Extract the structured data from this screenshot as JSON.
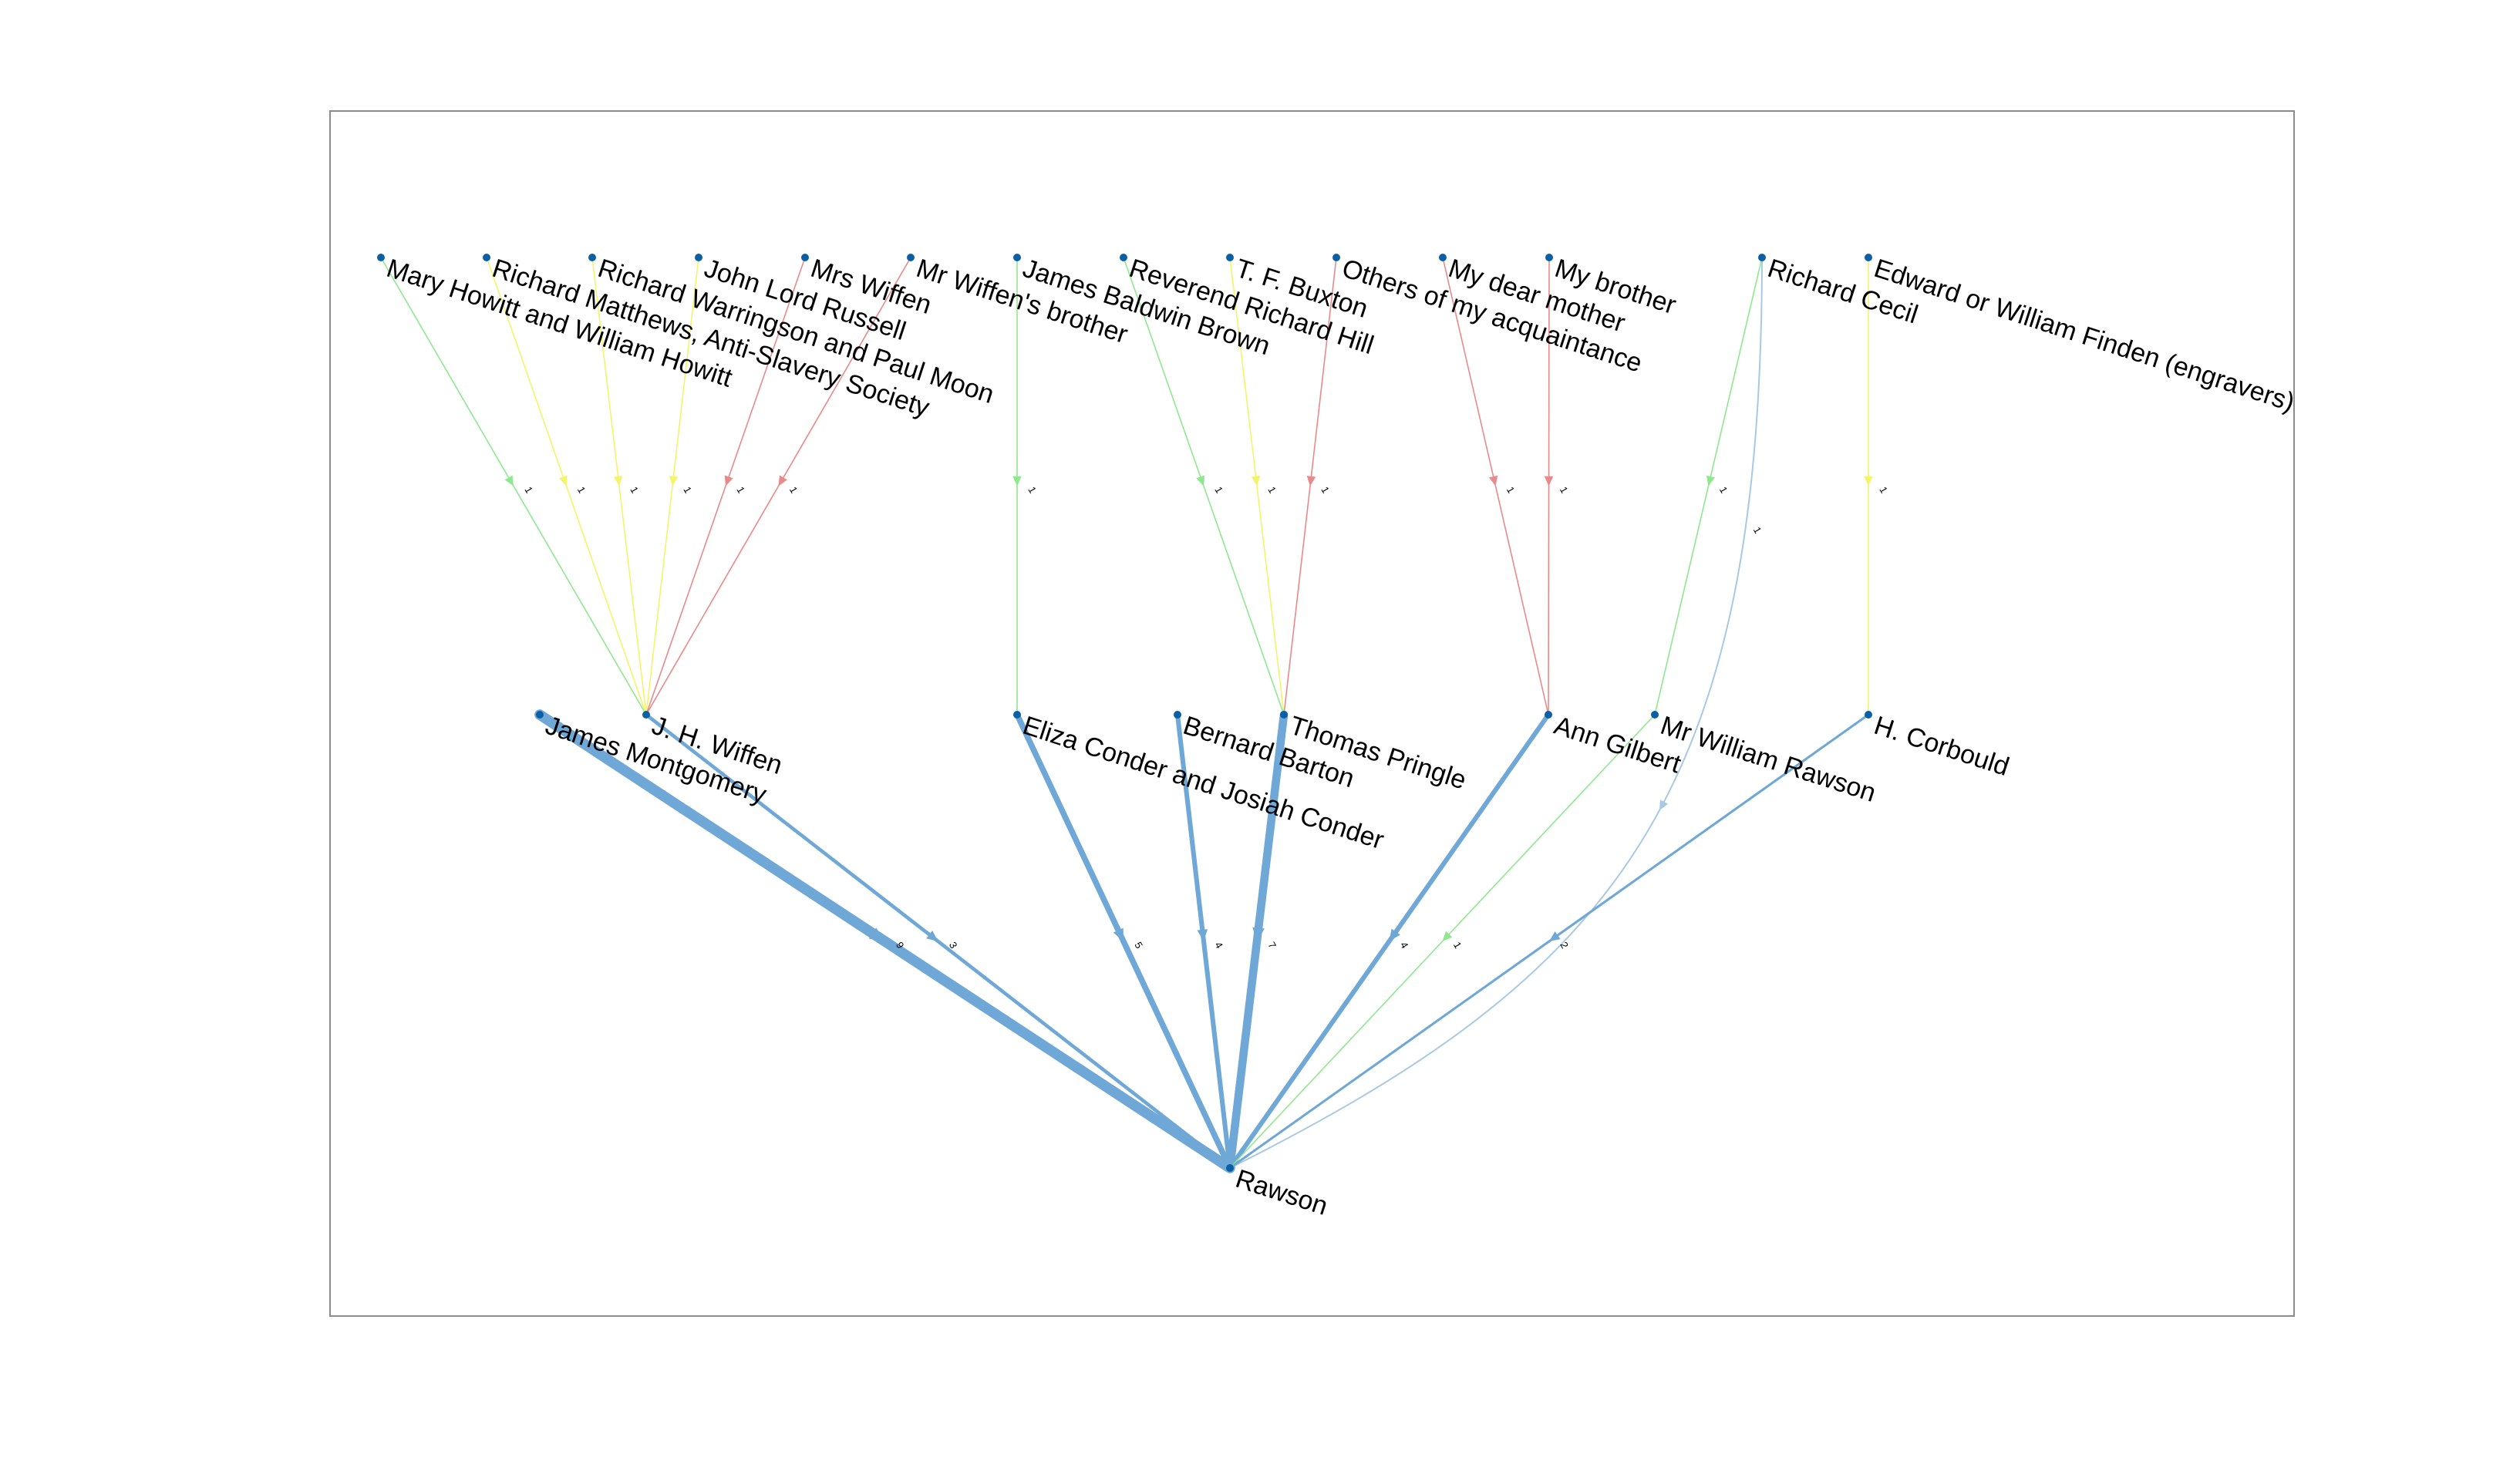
{
  "colors": {
    "frame": "#8c8c8c",
    "node": "#0b5fa5",
    "blue": "#6fa8d6",
    "lightblue": "#a9c9e2",
    "green": "#8fe88f",
    "yellow": "#f4f46a",
    "red": "#e88a8a"
  },
  "nodes": [
    {
      "id": "mary",
      "label": "Mary Howitt and William Howitt"
    },
    {
      "id": "matthews",
      "label": "Richard Matthews, Anti-Slavery Society"
    },
    {
      "id": "warringson",
      "label": "Richard Warringson and Paul Moon"
    },
    {
      "id": "russell",
      "label": "John Lord Russell"
    },
    {
      "id": "mrswiffen",
      "label": "Mrs Wiffen"
    },
    {
      "id": "wiffenbrother",
      "label": "Mr Wiffen's brother"
    },
    {
      "id": "jbbrown",
      "label": "James Baldwin Brown"
    },
    {
      "id": "rhill",
      "label": "Reverend Richard Hill"
    },
    {
      "id": "buxton",
      "label": "T. F. Buxton"
    },
    {
      "id": "others",
      "label": "Others of my acquaintance"
    },
    {
      "id": "mother",
      "label": "My dear mother"
    },
    {
      "id": "brother",
      "label": "My brother"
    },
    {
      "id": "cecil",
      "label": "Richard Cecil"
    },
    {
      "id": "finden",
      "label": "Edward or William Finden (engravers)"
    },
    {
      "id": "montgomery",
      "label": "James Montgomery"
    },
    {
      "id": "wiffen",
      "label": "J. H. Wiffen"
    },
    {
      "id": "conder",
      "label": "Eliza Conder and Josiah Conder"
    },
    {
      "id": "barton",
      "label": "Bernard Barton"
    },
    {
      "id": "pringle",
      "label": "Thomas Pringle"
    },
    {
      "id": "gilbert",
      "label": "Ann Gilbert"
    },
    {
      "id": "wrawson",
      "label": "Mr William Rawson"
    },
    {
      "id": "corbould",
      "label": "H. Corbould"
    },
    {
      "id": "rawson",
      "label": "Rawson"
    }
  ],
  "edges": [
    {
      "from": "mary",
      "to": "wiffen",
      "weight": 1,
      "label": "1",
      "color": "green"
    },
    {
      "from": "matthews",
      "to": "wiffen",
      "weight": 1,
      "label": "1",
      "color": "yellow"
    },
    {
      "from": "warringson",
      "to": "wiffen",
      "weight": 1,
      "label": "1",
      "color": "yellow"
    },
    {
      "from": "russell",
      "to": "wiffen",
      "weight": 1,
      "label": "1",
      "color": "yellow"
    },
    {
      "from": "mrswiffen",
      "to": "wiffen",
      "weight": 1,
      "label": "1",
      "color": "red"
    },
    {
      "from": "wiffenbrother",
      "to": "wiffen",
      "weight": 1,
      "label": "1",
      "color": "red"
    },
    {
      "from": "jbbrown",
      "to": "conder",
      "weight": 1,
      "label": "1",
      "color": "green"
    },
    {
      "from": "rhill",
      "to": "pringle",
      "weight": 1,
      "label": "1",
      "color": "green"
    },
    {
      "from": "buxton",
      "to": "pringle",
      "weight": 1,
      "label": "1",
      "color": "yellow"
    },
    {
      "from": "others",
      "to": "pringle",
      "weight": 1,
      "label": "1",
      "color": "red"
    },
    {
      "from": "mother",
      "to": "gilbert",
      "weight": 1,
      "label": "1",
      "color": "red"
    },
    {
      "from": "brother",
      "to": "gilbert",
      "weight": 1,
      "label": "1",
      "color": "red"
    },
    {
      "from": "cecil",
      "to": "wrawson",
      "weight": 1,
      "label": "1",
      "color": "green"
    },
    {
      "from": "cecil",
      "to": "rawson",
      "weight": 1,
      "label": "1",
      "color": "lightblue",
      "curved": true
    },
    {
      "from": "finden",
      "to": "corbould",
      "weight": 1,
      "label": "1",
      "color": "yellow"
    },
    {
      "from": "montgomery",
      "to": "rawson",
      "weight": 9,
      "label": "9",
      "color": "blue"
    },
    {
      "from": "wiffen",
      "to": "rawson",
      "weight": 3,
      "label": "3",
      "color": "blue"
    },
    {
      "from": "conder",
      "to": "rawson",
      "weight": 5,
      "label": "5",
      "color": "blue"
    },
    {
      "from": "barton",
      "to": "rawson",
      "weight": 4,
      "label": "4",
      "color": "blue"
    },
    {
      "from": "pringle",
      "to": "rawson",
      "weight": 7,
      "label": "7",
      "color": "blue"
    },
    {
      "from": "gilbert",
      "to": "rawson",
      "weight": 4,
      "label": "4",
      "color": "blue"
    },
    {
      "from": "wrawson",
      "to": "rawson",
      "weight": 1,
      "label": "1",
      "color": "green"
    },
    {
      "from": "corbould",
      "to": "rawson",
      "weight": 2,
      "label": "2",
      "color": "blue"
    }
  ]
}
